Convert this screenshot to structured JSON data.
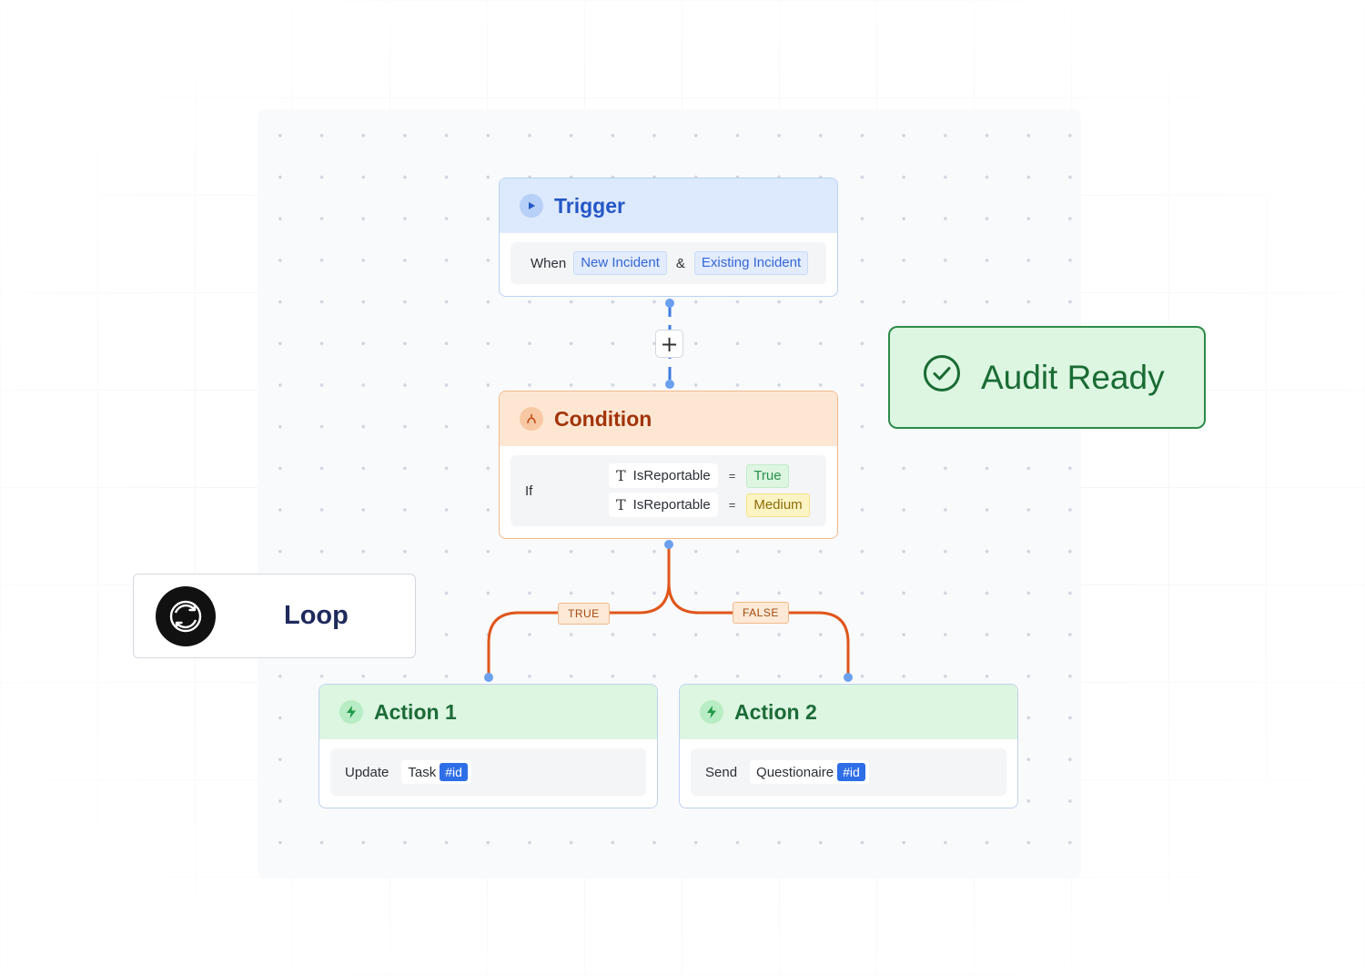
{
  "trigger": {
    "title": "Trigger",
    "when_label": "When",
    "event_1": "New Incident",
    "conjunction": "&",
    "event_2": "Existing Incident",
    "icon": "play-icon"
  },
  "condition": {
    "title": "Condition",
    "if_label": "If",
    "icon": "fork-icon",
    "rules": [
      {
        "field": "IsReportable",
        "operator": "=",
        "value": "True"
      },
      {
        "field": "IsReportable",
        "operator": "=",
        "value": "Medium"
      }
    ]
  },
  "branches": {
    "true_label": "TRUE",
    "false_label": "FALSE"
  },
  "actions": [
    {
      "title": "Action 1",
      "verb": "Update",
      "object": "Task",
      "tag": "#id",
      "icon": "bolt-icon"
    },
    {
      "title": "Action 2",
      "verb": "Send",
      "object": "Questionaire",
      "tag": "#id",
      "icon": "bolt-icon"
    }
  ],
  "audit": {
    "label": "Audit Ready",
    "icon": "check-circle-icon"
  },
  "loop": {
    "label": "Loop",
    "icon": "refresh-icon"
  },
  "colors": {
    "trigger_accent": "#2456c6",
    "condition_accent": "#a2340a",
    "action_accent": "#1d6b37",
    "wire_blue": "#3f7be0",
    "wire_orange": "#e0561c",
    "audit_border": "#2e8b4a"
  }
}
